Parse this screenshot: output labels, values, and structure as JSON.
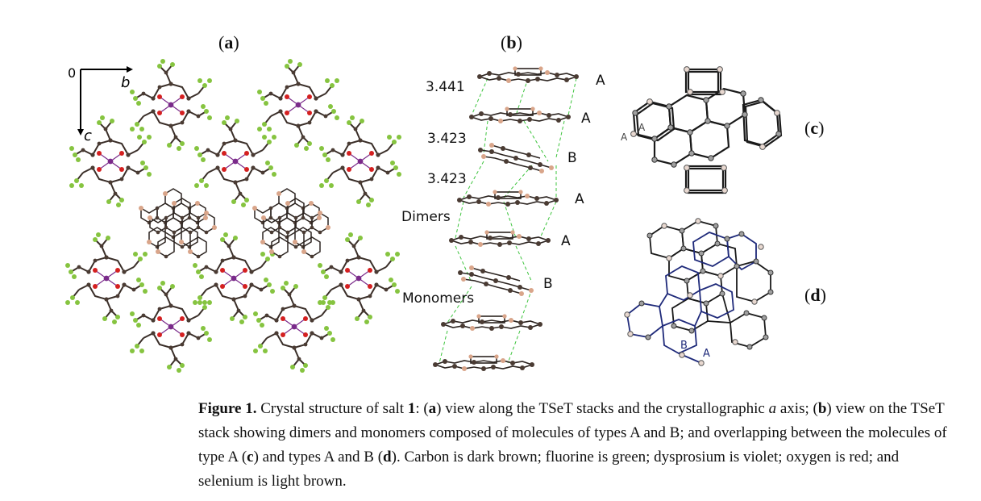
{
  "panels": {
    "a": {
      "open": "(",
      "letter": "a",
      "close": ")"
    },
    "b": {
      "open": "(",
      "letter": "b",
      "close": ")"
    },
    "c": {
      "open": "(",
      "letter": "c",
      "close": ")"
    },
    "d": {
      "open": "(",
      "letter": "d",
      "close": ")"
    }
  },
  "axes": {
    "origin": "0",
    "horizontal": "b",
    "vertical": "c"
  },
  "stack": {
    "distances": [
      "3.441",
      "3.423",
      "3.423"
    ],
    "labels": {
      "dimers": "Dimers",
      "monomers": "Monomers"
    },
    "molecule_types": [
      "A",
      "A",
      "B",
      "A",
      "A",
      "B"
    ]
  },
  "panel_c": {
    "labels": [
      "A",
      "A"
    ]
  },
  "panel_d": {
    "labels": [
      "B",
      "A"
    ]
  },
  "caption": {
    "figure_label": "Figure 1.",
    "text_1": " Crystal structure of salt ",
    "salt_id": "1",
    "text_2": ": (",
    "a": "a",
    "text_3": ") view along the TSeT stacks and the crystallographic ",
    "axis_a": "a",
    "text_4": " axis; (",
    "b": "b",
    "text_5": ") view on the TSeT stack showing dimers and monomers composed of molecules of types A and B; and overlapping between the molecules of type A (",
    "c": "c",
    "text_6": ") and types A and B (",
    "d": "d",
    "text_7": "). Carbon is dark brown; fluorine is green; dysprosium is violet; oxygen is red; and selenium is light brown."
  },
  "colors": {
    "carbon": "#4a3b33",
    "fluorine": "#86c440",
    "dysprosium": "#7a2a8a",
    "oxygen": "#d42020",
    "selenium": "#d9a58a",
    "contact_line": "#3ec43e",
    "overlap_line_b": "#1f2a7a"
  }
}
